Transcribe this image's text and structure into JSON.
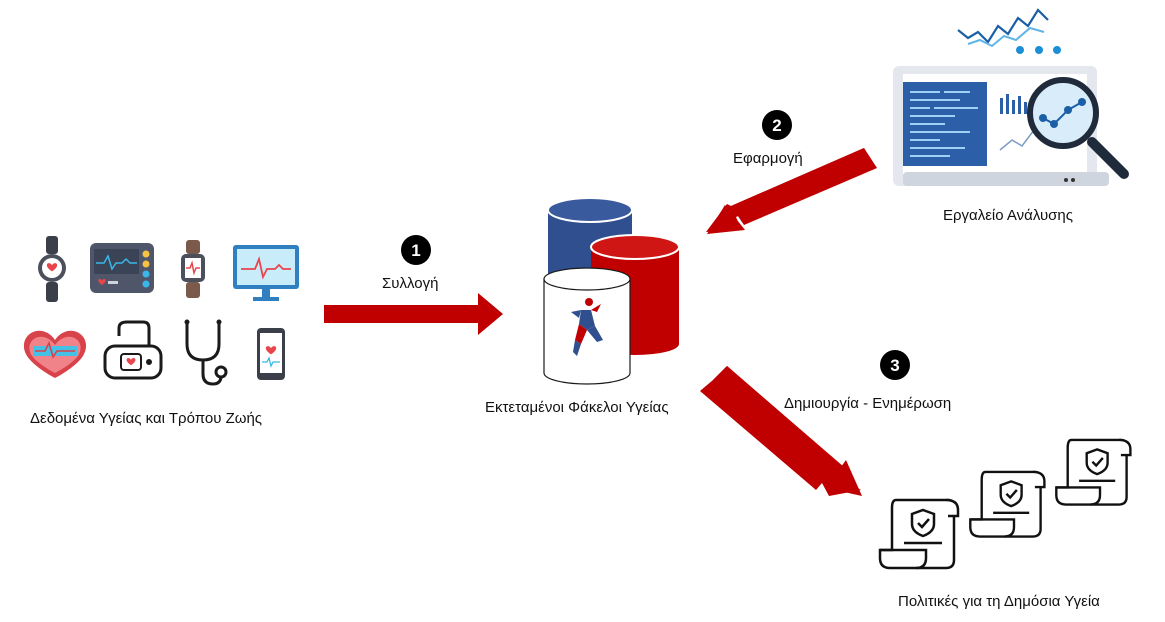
{
  "labels": {
    "devices": "Δεδομένα Υγείας και Τρόπου Ζωής",
    "ehr": "Εκτεταμένοι Φάκελοι Υγείας",
    "tool": "Εργαλείο Ανάλυσης",
    "policies": "Πολιτικές για τη Δημόσια Υγεία"
  },
  "steps": [
    {
      "number": "1",
      "label": "Συλλογή"
    },
    {
      "number": "2",
      "label": "Εφαρμογή"
    },
    {
      "number": "3",
      "label": "Δημιουργία - Ενημέρωση"
    }
  ],
  "colors": {
    "arrow": "#c00000",
    "blue_db": "#2f4f8f",
    "red_db": "#c00000",
    "accent": "#1b8fd6",
    "ink": "#1a1a1a"
  },
  "icons": {
    "devices": [
      "smartwatch-icon",
      "patient-monitor-icon",
      "fitness-tracker-icon",
      "ecg-monitor-icon",
      "heart-rate-icon",
      "pulse-oximeter-icon",
      "stethoscope-icon",
      "smartphone-health-icon"
    ],
    "ehr": "database-stack-icon",
    "tool": "laptop-analytics-icon",
    "policies": "policy-document-icon"
  }
}
